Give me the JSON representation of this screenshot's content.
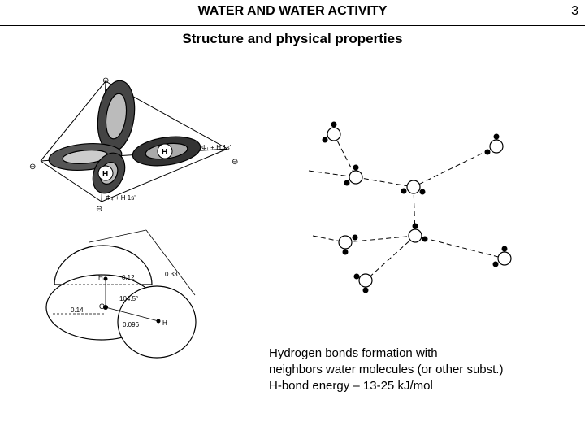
{
  "header": {
    "title": "WATER AND WATER ACTIVITY",
    "page_number": "3"
  },
  "subtitle": "Structure and physical properties",
  "caption": {
    "lines": [
      "Hydrogen bonds formation with",
      "neighbors water  molecules (or other subst.)",
      "H-bond energy – 13-25 kJ/mol"
    ]
  },
  "orbital_figure": {
    "labels": [
      "⊖",
      "⊖",
      "⊖",
      "⊖",
      "H",
      "H",
      "Φ₁ + H 1s'",
      "Φ₄ + H 1s'"
    ]
  },
  "molecule_figure": {
    "labels": [
      "H",
      "O",
      "H",
      "0.12",
      "0.33",
      "0.14",
      "104.5°",
      "0.096"
    ]
  }
}
